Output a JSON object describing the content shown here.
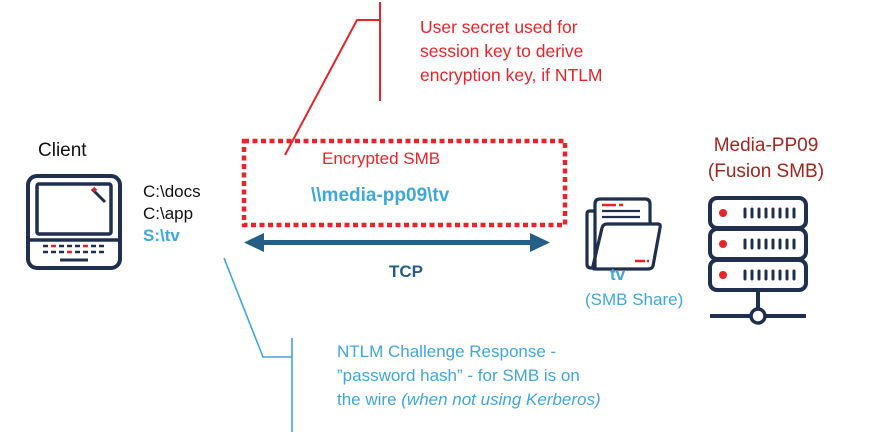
{
  "colors": {
    "red_annotation": "#e8242a",
    "blue_annotation": "#3fa7db",
    "tcp_arrow": "#255f86",
    "icon_stroke": "#1f2f4d",
    "server_label": "#a1261e"
  },
  "client": {
    "label": "Client",
    "icon": "laptop-icon",
    "drives": [
      "C:\\docs",
      "C:\\app",
      "S:\\tv"
    ]
  },
  "encryption_box": {
    "title": "Encrypted SMB",
    "unc_path": "\\\\media-pp09\\tv"
  },
  "connection": {
    "label": "TCP",
    "icon": "double-arrow-icon"
  },
  "share": {
    "icon": "folder-icon",
    "name": "tv",
    "type": "(SMB Share)"
  },
  "server": {
    "icon": "server-icon",
    "name_line1": "Media-PP09",
    "name_line2": "(Fusion SMB)"
  },
  "callouts": {
    "red": {
      "line1": "User secret used for",
      "line2": "session key to derive",
      "line3": "encryption key, if NTLM"
    },
    "blue": {
      "line1": "NTLM Challenge Response -",
      "line2": "”password hash” - for SMB is on",
      "line3_plain": "the wire ",
      "line3_italic": "(when not using Kerberos)"
    }
  }
}
